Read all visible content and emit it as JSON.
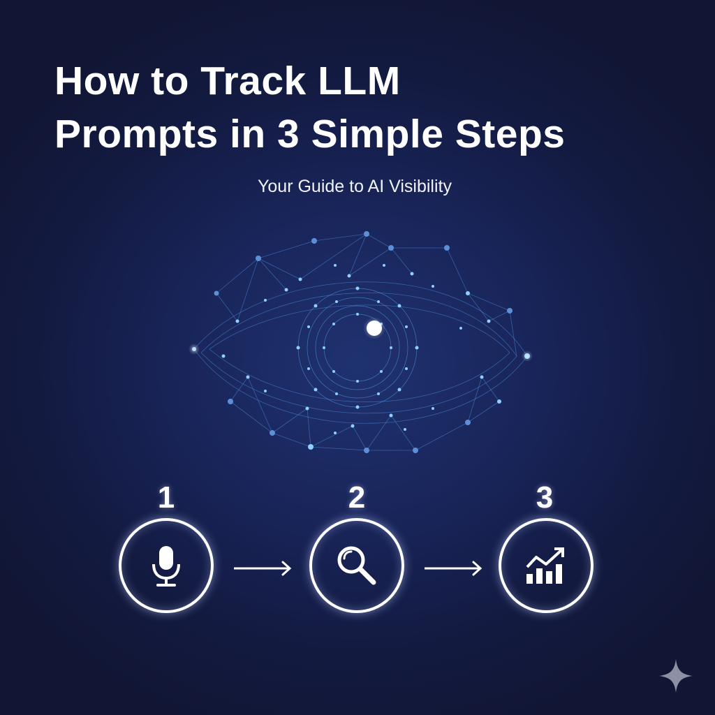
{
  "title": {
    "line1": "How to Track LLM",
    "line2": "Prompts in 3 Simple Steps"
  },
  "subtitle": "Your Guide to AI Visibility",
  "hero": {
    "icon": "network-eye-icon",
    "accent_color": "#4a9ff5",
    "glow_color": "#8fd0ff"
  },
  "steps": [
    {
      "number": "1",
      "icon": "microphone-icon"
    },
    {
      "number": "2",
      "icon": "magnifying-glass-icon"
    },
    {
      "number": "3",
      "icon": "bar-chart-trend-icon"
    }
  ],
  "connectors": [
    "arrow-right-icon",
    "arrow-right-icon"
  ],
  "watermark": {
    "icon": "sparkle-icon",
    "color": "#8d90a2"
  },
  "colors": {
    "background": "#141a3c",
    "background_center": "#1f3270",
    "foreground": "#ffffff"
  }
}
